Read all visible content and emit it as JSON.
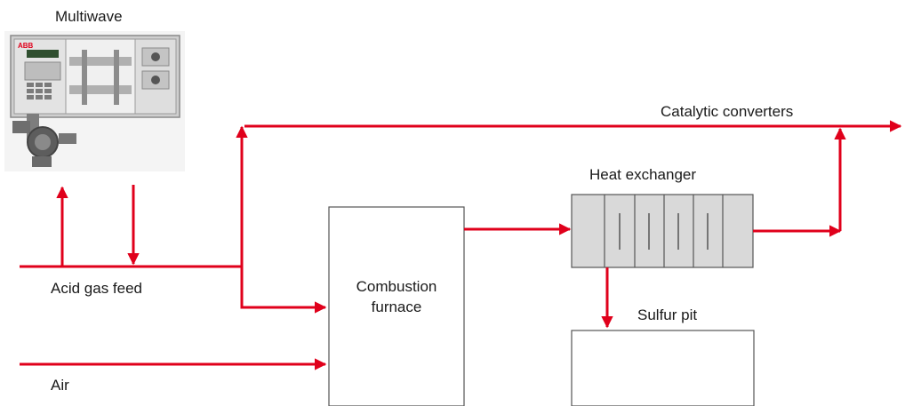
{
  "colors": {
    "flow_line": "#e0001b",
    "box_stroke": "#555555",
    "exchanger_fill": "#d9d9d9",
    "analyzer_body": "#d6d6d6",
    "analyzer_brand": "#e0001b"
  },
  "analyzer": {
    "label": "Multiwave",
    "brand_text": "ABB"
  },
  "streams": {
    "acid_gas_feed": "Acid gas feed",
    "air": "Air",
    "catalytic_converters": "Catalytic converters"
  },
  "units": {
    "furnace_line1": "Combustion",
    "furnace_line2": "furnace",
    "heat_exchanger": "Heat exchanger",
    "sulfur_pit": "Sulfur pit"
  }
}
